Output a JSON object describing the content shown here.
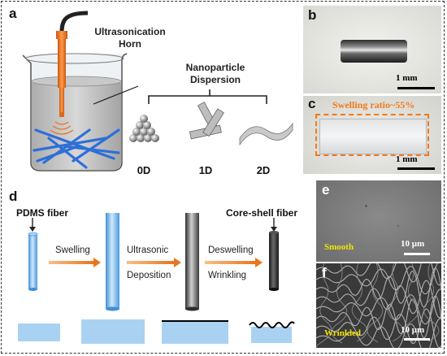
{
  "panel_labels": {
    "a": "a",
    "b": "b",
    "c": "c",
    "d": "d",
    "e": "e",
    "f": "f"
  },
  "panel_a": {
    "horn_label_line1": "Ultrasonication",
    "horn_label_line2": "Horn",
    "dispersion_line1": "Nanoparticle",
    "dispersion_line2": "Dispersion",
    "dims": [
      "0D",
      "1D",
      "2D"
    ]
  },
  "panel_b": {
    "scale": "1 mm"
  },
  "panel_c": {
    "swelling": "Swelling ratio~55%",
    "scale": "1 mm"
  },
  "panel_d": {
    "pdms": "PDMS fiber",
    "coreshell": "Core-shell fiber",
    "step1": "Swelling",
    "step2a": "Ultrasonic",
    "step2b": "Deposition",
    "step3a": "Deswelling",
    "step3b": "Wrinkling"
  },
  "panel_e": {
    "caption": "Smooth",
    "scale": "10 μm"
  },
  "panel_f": {
    "caption": "Wrinkled",
    "scale": "10 μm"
  },
  "colors": {
    "fiber_blue": "#4a90d9",
    "arrow_orange": "#e8761e",
    "highlight_orange": "#f07a1a",
    "caption_yellow": "#f2e600"
  }
}
